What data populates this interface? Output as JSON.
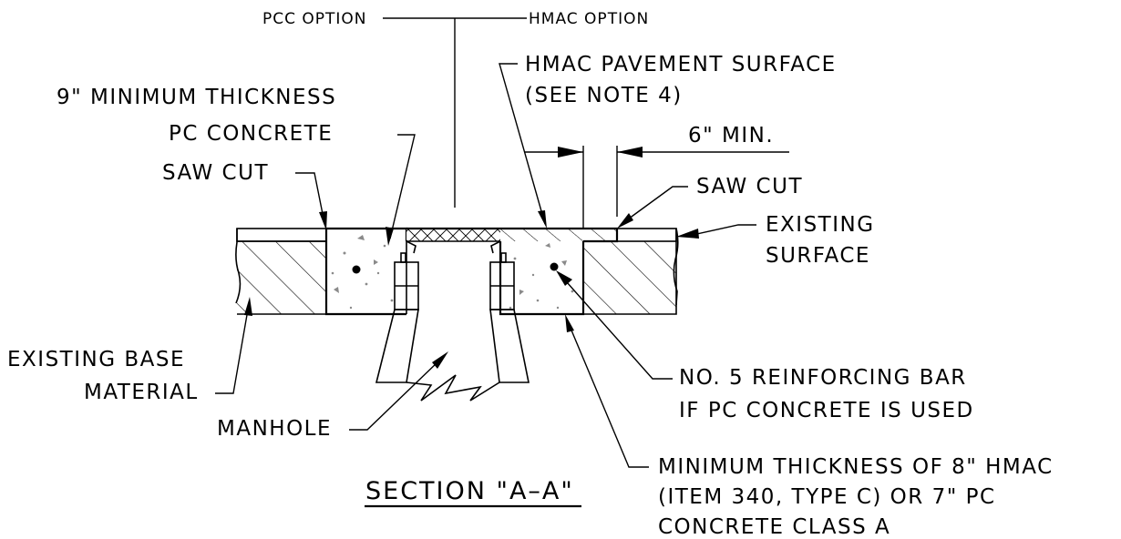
{
  "labels": {
    "pcc_option": "PCC OPTION",
    "hmac_option": "HMAC OPTION",
    "hmac_surface_line1": "HMAC PAVEMENT SURFACE",
    "hmac_surface_line2": "(SEE NOTE 4)",
    "min_thickness_line1": "9\" MINIMUM THICKNESS",
    "min_thickness_line2": "PC CONCRETE",
    "six_min": "6\" MIN.",
    "saw_cut_left": "SAW CUT",
    "saw_cut_right": "SAW CUT",
    "existing_surface_line1": "EXISTING",
    "existing_surface_line2": "SURFACE",
    "existing_base_line1": "EXISTING BASE",
    "existing_base_line2": "MATERIAL",
    "reinforcing_line1": "NO. 5 REINFORCING BAR",
    "reinforcing_line2": "IF PC CONCRETE IS USED",
    "manhole": "MANHOLE",
    "section_title": "SECTION \"A–A\"",
    "hmac_min_line1": "MINIMUM THICKNESS OF 8\" HMAC",
    "hmac_min_line2": "(ITEM 340, TYPE C) OR 7\" PC",
    "hmac_min_line3": "CONCRETE CLASS A"
  },
  "colors": {
    "ink": "#000000",
    "background": "#ffffff",
    "concrete_speckle": "#8a8a8a"
  },
  "hatch_patterns": [
    "diagonal-hatch",
    "cross-hatch",
    "concrete-speckle"
  ]
}
